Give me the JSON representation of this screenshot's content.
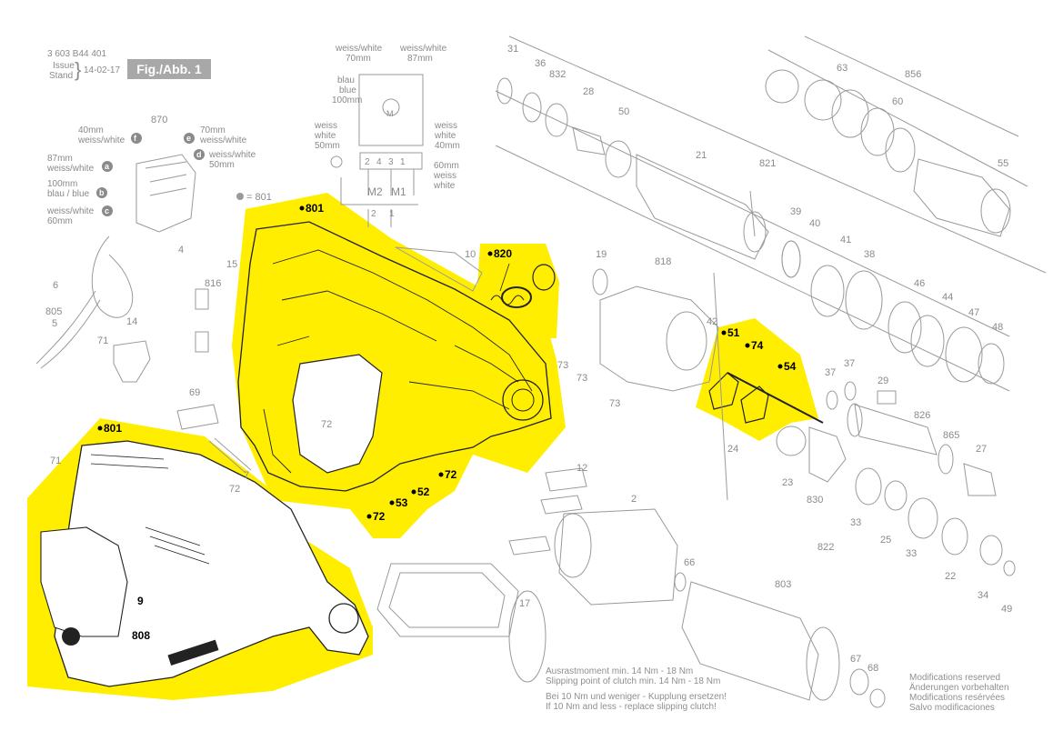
{
  "header": {
    "part_number": "3 603 B44 401",
    "issue_label": "Issue",
    "stand_label": "Stand",
    "issue_date": "14-02-17",
    "figure_label": "Fig./Abb. 1"
  },
  "legend": {
    "dot_meaning": "= 801"
  },
  "wiring": {
    "top_left": [
      "weiss/white",
      "70mm"
    ],
    "top_right": [
      "weiss/white",
      "87mm"
    ],
    "left_top": [
      "blau",
      "blue",
      "100mm"
    ],
    "left_bottom": [
      "weiss",
      "white",
      "50mm"
    ],
    "right_top": [
      "weiss",
      "white",
      "40mm"
    ],
    "right_bottom": [
      "60mm",
      "weiss",
      "white"
    ],
    "terminals": [
      "2",
      "4",
      "3",
      "1"
    ],
    "motor_labels": [
      "M2",
      "M1"
    ],
    "bottom_terminals": [
      "2",
      "1"
    ]
  },
  "switch_wires": [
    {
      "letter": "f",
      "text": [
        "40mm",
        "weiss/white"
      ]
    },
    {
      "letter": "a",
      "text": [
        "87mm",
        "weiss/white"
      ]
    },
    {
      "letter": "b",
      "text": [
        "100mm",
        "blau / blue"
      ]
    },
    {
      "letter": "c",
      "text": [
        "weiss/white",
        "60mm"
      ]
    },
    {
      "letter": "e",
      "text": [
        "70mm",
        "weiss/white"
      ]
    },
    {
      "letter": "d",
      "text": [
        "weiss/white",
        "50mm"
      ]
    }
  ],
  "highlight_labels": [
    "801",
    "820",
    "51",
    "74",
    "54",
    "72",
    "53",
    "52",
    "72",
    "801",
    "9",
    "808"
  ],
  "part_labels": [
    "870",
    "4",
    "6",
    "805",
    "5",
    "14",
    "71",
    "816",
    "15",
    "69",
    "7",
    "72",
    "71",
    "72",
    "10",
    "19",
    "818",
    "42",
    "73",
    "73",
    "73",
    "24",
    "23",
    "830",
    "822",
    "31",
    "36",
    "832",
    "28",
    "50",
    "21",
    "821",
    "39",
    "40",
    "41",
    "38",
    "63",
    "856",
    "60",
    "55",
    "46",
    "44",
    "47",
    "48",
    "37",
    "37",
    "29",
    "826",
    "865",
    "27",
    "33",
    "25",
    "33",
    "22",
    "34",
    "49",
    "12",
    "2",
    "17",
    "66",
    "803",
    "67",
    "68"
  ],
  "notes": {
    "torque": [
      "Ausrastmoment min. 14 Nm - 18 Nm",
      "Slipping point of clutch min. 14 Nm - 18 Nm",
      "Bei 10 Nm und weniger - Kupplung ersetzen!",
      "If 10 Nm and less - replace slipping clutch!"
    ],
    "modifications": [
      "Modifications reserved",
      "Änderungen vorbehalten",
      "Modifications resérvées",
      "Salvo modificaciones"
    ]
  },
  "colors": {
    "highlight": "#ffee00",
    "line": "#9a9a9a",
    "dark_line": "#222222"
  }
}
